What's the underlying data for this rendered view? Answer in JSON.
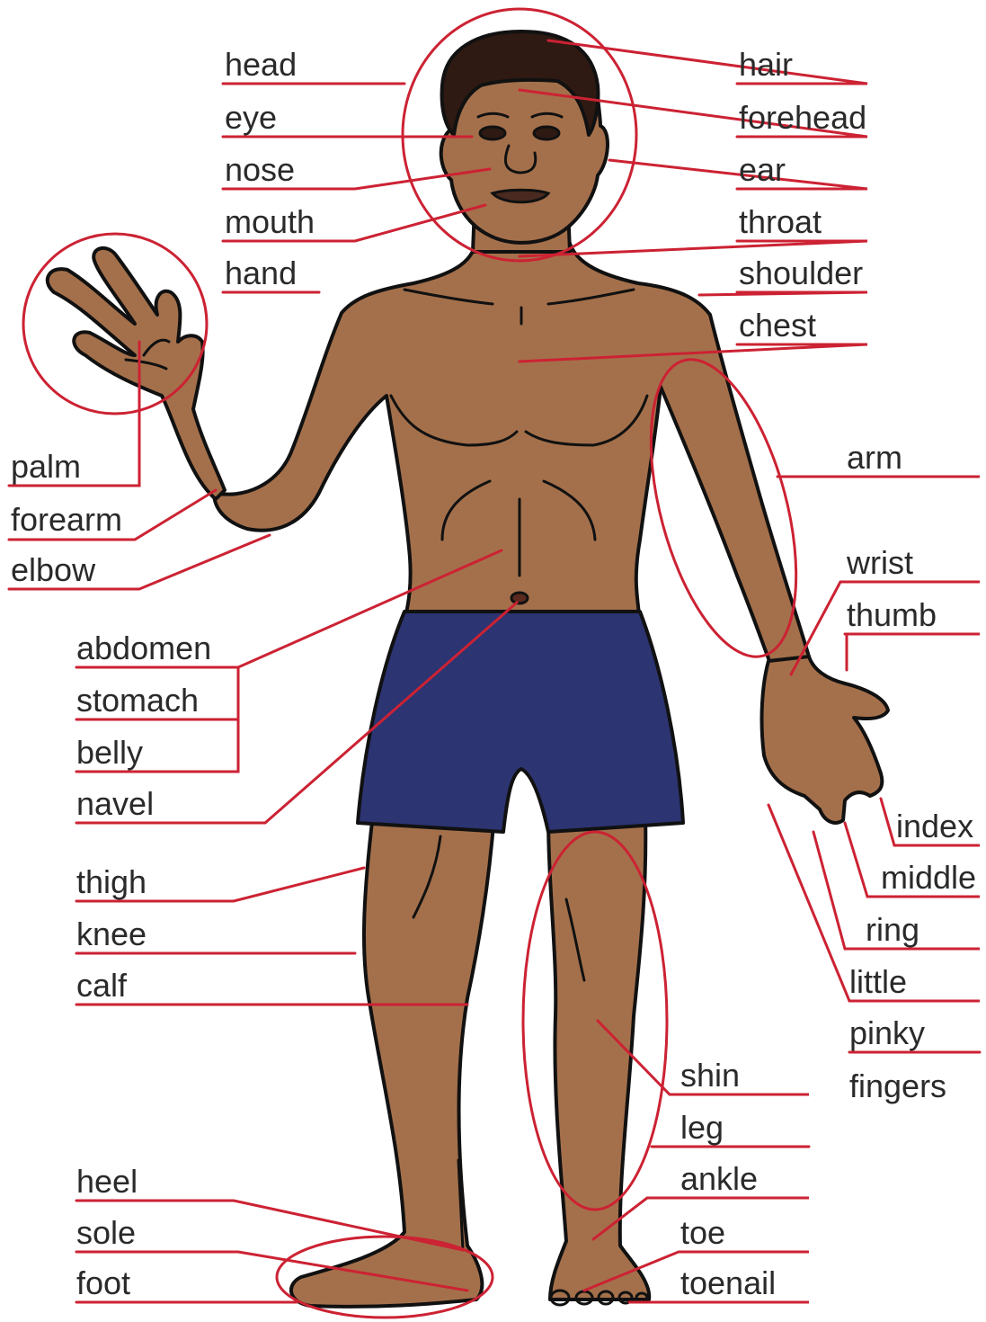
{
  "colors": {
    "skin": "#a4704b",
    "skin_shadow": "#8a5a3a",
    "hair": "#2e1a12",
    "shorts": "#2c3472",
    "outline": "#111111",
    "callout_line": "#cc2233",
    "label_text": "#2a2a2a"
  },
  "labels": {
    "head": "head",
    "eye": "eye",
    "nose": "nose",
    "mouth": "mouth",
    "hand": "hand",
    "palm": "palm",
    "forearm": "forearm",
    "elbow": "elbow",
    "abdomen": "abdomen",
    "stomach": "stomach",
    "belly": "belly",
    "navel": "navel",
    "thigh": "thigh",
    "knee": "knee",
    "calf": "calf",
    "heel": "heel",
    "sole": "sole",
    "foot": "foot",
    "hair": "hair",
    "forehead": "forehead",
    "ear": "ear",
    "throat": "throat",
    "shoulder": "shoulder",
    "chest": "chest",
    "arm": "arm",
    "wrist": "wrist",
    "thumb": "thumb",
    "index": "index",
    "middle": "middle",
    "ring": "ring",
    "little": "little",
    "pinky": "pinky",
    "fingers": "fingers",
    "shin": "shin",
    "leg": "leg",
    "ankle": "ankle",
    "toe": "toe",
    "toenail": "toenail"
  }
}
